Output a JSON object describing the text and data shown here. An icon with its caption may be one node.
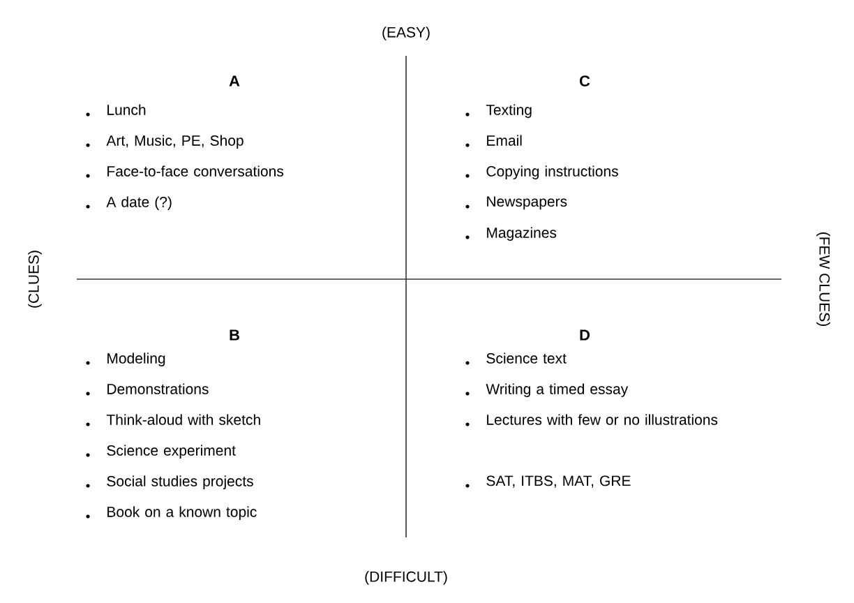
{
  "diagram": {
    "labels": [
      "(EASY)",
      "A",
      "Lunch",
      "Art, Music, PE, Shop",
      "Face-to-face conversations",
      "A date (?)",
      "C",
      "Texting",
      "Email",
      "Copying instructions",
      "Newspapers",
      "Magazines",
      "(CLUES)",
      "(FEW CLUES)",
      "B",
      "Modeling",
      "Demonstrations",
      "Think-aloud with sketch",
      "Science experiment",
      "Social studies projects",
      "Book on a known topic",
      "D",
      "Science text",
      "Writing a timed essay",
      "Lectures with few or no illustrations",
      "SAT, ITBS, MAT, GRE",
      "(DIFFICULT)"
    ]
  }
}
